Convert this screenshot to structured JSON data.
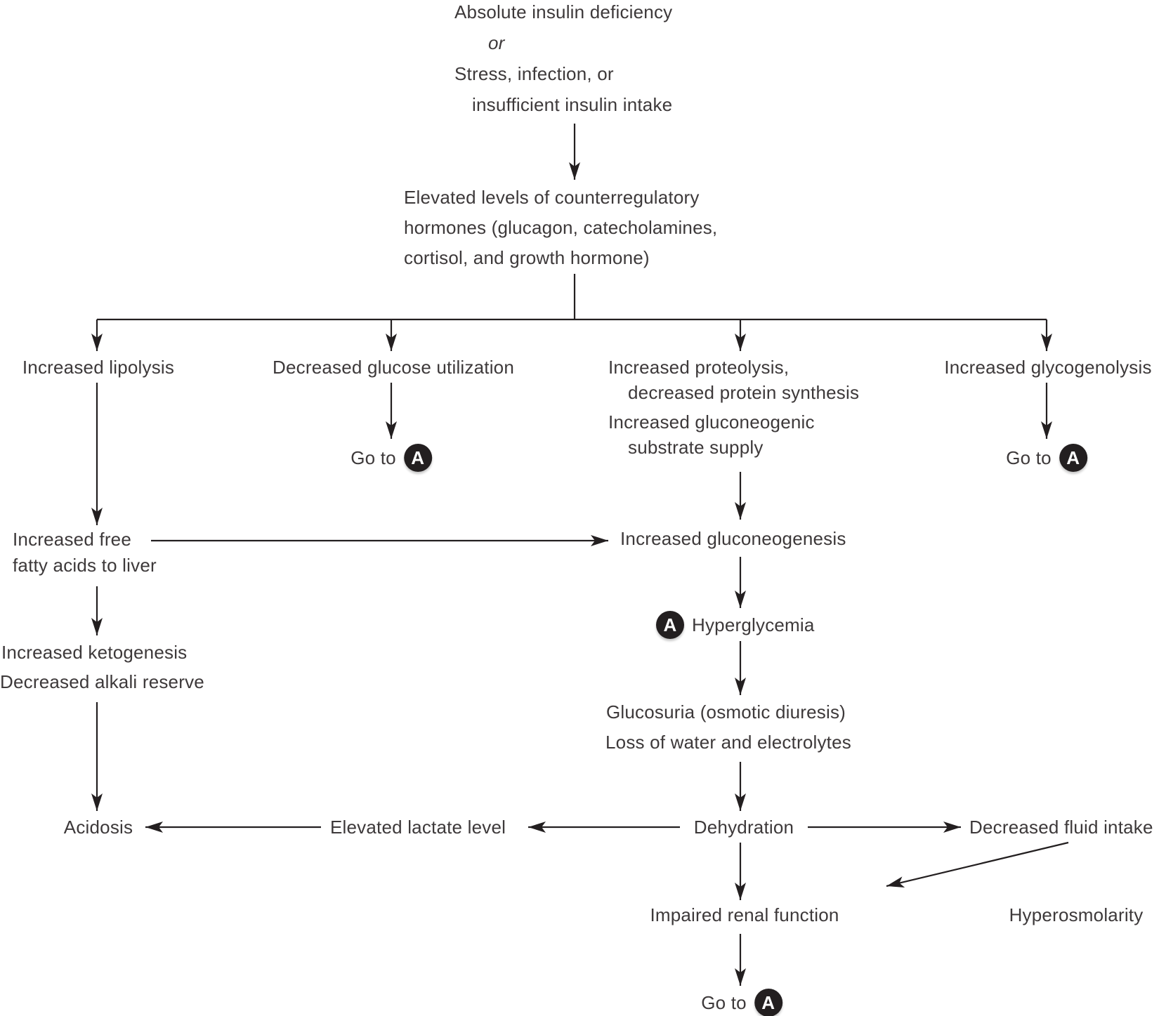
{
  "colors": {
    "background": "#ffffff",
    "text": "#3d393a",
    "line": "#231f20",
    "badge_background": "#231f20",
    "badge_letter_color": "#ffffff"
  },
  "badge_letter": "A",
  "goto_label": "Go to",
  "nodes": {
    "trigger_line1": "Absolute insulin deficiency",
    "trigger_or": "or",
    "trigger_line2": "Stress, infection, or",
    "trigger_line3": "insufficient insulin intake",
    "hormones_line1": "Elevated levels of counterregulatory",
    "hormones_line2": "hormones (glucagon, catecholamines,",
    "hormones_line3": "cortisol, and growth hormone)",
    "lipolysis": "Increased lipolysis",
    "glucose_utilization": "Decreased glucose utilization",
    "proteolysis_line1": "Increased proteolysis,",
    "proteolysis_line2": "decreased protein synthesis",
    "substrate_line1": "Increased gluconeogenic",
    "substrate_line2": "substrate supply",
    "glycogenolysis": "Increased glycogenolysis",
    "free_fatty_line1": "Increased free",
    "free_fatty_line2": "fatty acids to liver",
    "ketogenesis": "Increased ketogenesis",
    "alkali": "Decreased alkali reserve",
    "gluconeogenesis": "Increased gluconeogenesis",
    "hyperglycemia": "Hyperglycemia",
    "glucosuria": "Glucosuria (osmotic diuresis)",
    "water_loss": "Loss of water and electrolytes",
    "acidosis": "Acidosis",
    "lactate": "Elevated lactate level",
    "dehydration": "Dehydration",
    "fluid_intake": "Decreased fluid intake",
    "renal": "Impaired renal function",
    "hyperosmolarity": "Hyperosmolarity"
  },
  "edges": [
    {
      "from": "absolute-insulin-deficiency-or-stress",
      "to": "elevated-counterregulatory-hormones"
    },
    {
      "from": "elevated-counterregulatory-hormones",
      "to": "increased-lipolysis"
    },
    {
      "from": "elevated-counterregulatory-hormones",
      "to": "decreased-glucose-utilization"
    },
    {
      "from": "elevated-counterregulatory-hormones",
      "to": "increased-proteolysis"
    },
    {
      "from": "elevated-counterregulatory-hormones",
      "to": "increased-glycogenolysis"
    },
    {
      "from": "decreased-glucose-utilization",
      "to": "go-to-A"
    },
    {
      "from": "increased-glycogenolysis",
      "to": "go-to-A"
    },
    {
      "from": "increased-lipolysis",
      "to": "increased-free-fatty-acids-to-liver"
    },
    {
      "from": "increased-gluconeogenic-substrate-supply",
      "to": "increased-gluconeogenesis"
    },
    {
      "from": "increased-free-fatty-acids-to-liver",
      "to": "increased-gluconeogenesis"
    },
    {
      "from": "increased-free-fatty-acids-to-liver",
      "to": "increased-ketogenesis-decreased-alkali-reserve"
    },
    {
      "from": "increased-ketogenesis-decreased-alkali-reserve",
      "to": "acidosis"
    },
    {
      "from": "increased-gluconeogenesis",
      "to": "hyperglycemia"
    },
    {
      "from": "hyperglycemia",
      "to": "glucosuria-loss-of-water-and-electrolytes"
    },
    {
      "from": "glucosuria-loss-of-water-and-electrolytes",
      "to": "dehydration"
    },
    {
      "from": "dehydration",
      "to": "elevated-lactate-level"
    },
    {
      "from": "elevated-lactate-level",
      "to": "acidosis"
    },
    {
      "from": "dehydration",
      "to": "decreased-fluid-intake"
    },
    {
      "from": "dehydration",
      "to": "impaired-renal-function"
    },
    {
      "from": "decreased-fluid-intake",
      "to": "hyperosmolarity"
    },
    {
      "from": "impaired-renal-function",
      "to": "go-to-A"
    }
  ]
}
